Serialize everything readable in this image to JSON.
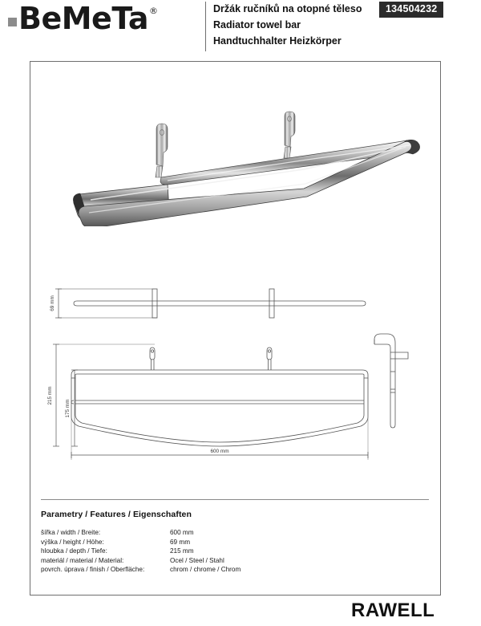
{
  "header": {
    "logo_text": "BeMeTa",
    "logo_registered": "®",
    "logo_square_color": "#8c8c8c",
    "title_cs": "Držák ručníků na otopné těleso",
    "title_en": "Radiator towel bar",
    "title_de": "Handtuchhalter Heizkörper",
    "product_code": "134504232",
    "badge_color": "#2b2b2b"
  },
  "drawing": {
    "dim_height": "69 mm",
    "dim_depth": "215 mm",
    "dim_depth_inner": "175 mm",
    "dim_width": "600 mm"
  },
  "specs": {
    "heading": "Parametry / Features / Eigenschaften",
    "rows": [
      {
        "label": "šířka / width / Breite:",
        "value": "600 mm"
      },
      {
        "label": "výška / height / Höhe:",
        "value": "69 mm"
      },
      {
        "label": "hloubka / depth / Tiefe:",
        "value": "215 mm"
      },
      {
        "label": "materiál / material / Material:",
        "value": "Ocel / Steel / Stahl"
      },
      {
        "label": "povrch. úprava / finish / Oberfläche:",
        "value": "chrom / chrome / Chrom"
      }
    ]
  },
  "footer": {
    "collection": "RAWELL"
  }
}
